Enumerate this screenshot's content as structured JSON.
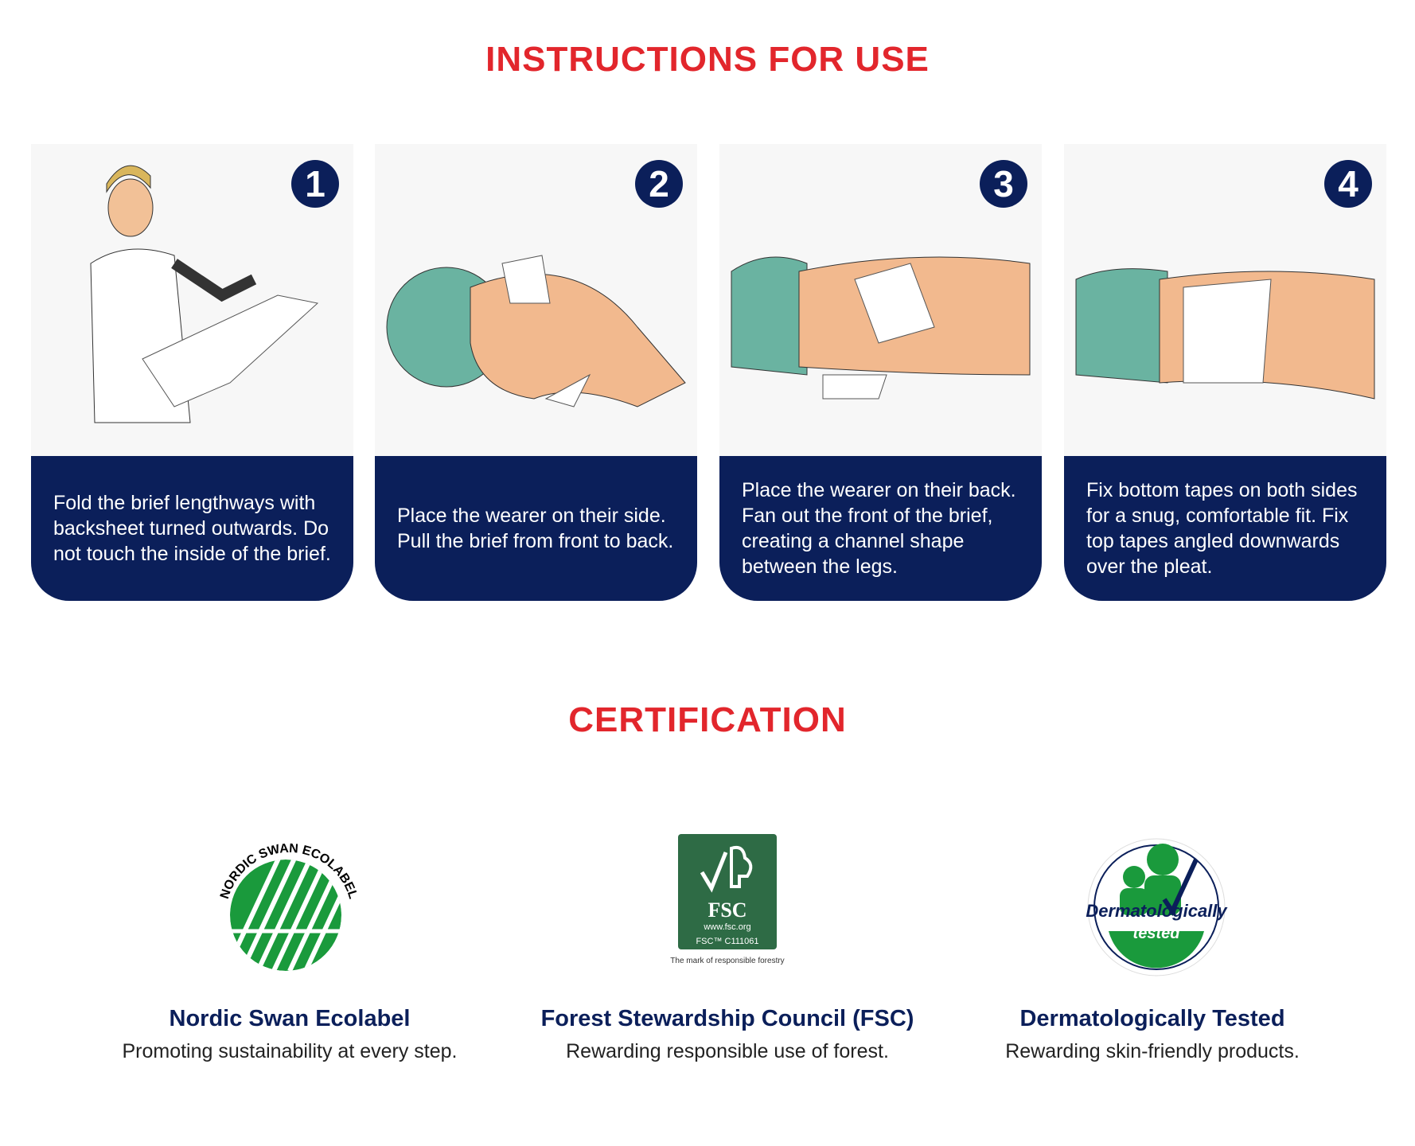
{
  "instructions": {
    "title": "INSTRUCTIONS FOR USE",
    "steps": [
      {
        "number": "1",
        "text": "Fold the brief lengthways with backsheet turned outwards. Do not touch the inside of the brief."
      },
      {
        "number": "2",
        "text": "Place the wearer on their side. Pull the brief from front to back."
      },
      {
        "number": "3",
        "text": "Place the wearer on their back. Fan out the front of the brief, creating a channel shape between the legs."
      },
      {
        "number": "4",
        "text": "Fix bottom tapes on both sides for a snug, comfortable fit. Fix top tapes angled downwards over the pleat."
      }
    ]
  },
  "certification": {
    "title": "CERTIFICATION",
    "items": [
      {
        "title": "Nordic Swan Ecolabel",
        "subtitle": "Promoting sustainability at every step.",
        "logo_text": "NORDIC SWAN ECOLABEL"
      },
      {
        "title": "Forest Stewardship Council (FSC)",
        "subtitle": "Rewarding responsible use of forest.",
        "logo_text": "FSC",
        "logo_url": "www.fsc.org",
        "logo_code": "FSC™ C111061",
        "logo_tagline": "The mark of responsible forestry"
      },
      {
        "title": "Dermatologically Tested",
        "subtitle": "Rewarding skin-friendly products.",
        "logo_text": "Dermatologically",
        "logo_sub": "tested"
      }
    ]
  },
  "colors": {
    "accent": "#e2262c",
    "navy": "#0b1f5a",
    "swan_green": "#1a9a3c",
    "fsc_green": "#2e6b45"
  }
}
